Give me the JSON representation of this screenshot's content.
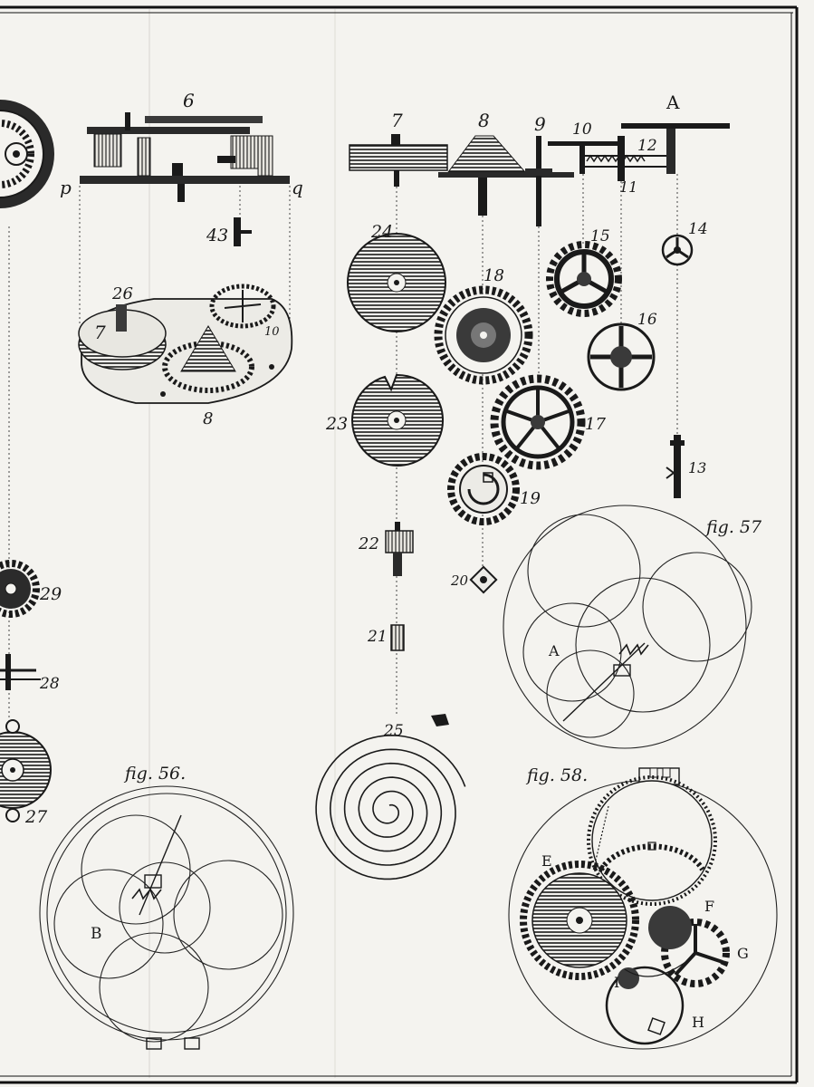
{
  "figure_captions": {
    "fig56": "fig. 56.",
    "fig57": "fig. 57",
    "fig58": "fig. 58."
  },
  "part_numbers": {
    "n6": "6",
    "n7_top": "7",
    "n8_top": "8",
    "n9": "9",
    "n10_top": "10",
    "n11": "11",
    "n12": "12",
    "n13": "13",
    "n14": "14",
    "n15": "15",
    "n16": "16",
    "n17": "17",
    "n18": "18",
    "n19": "19",
    "n20": "20",
    "n21": "21",
    "n22": "22",
    "n23": "23",
    "n24": "24",
    "n25": "25",
    "n26": "26",
    "n27": "27",
    "n28": "28",
    "n29": "29",
    "n43": "43",
    "n7_plate": "7",
    "n8_plate": "8",
    "n10_plate": "10"
  },
  "letters": {
    "p": "p",
    "q": "q",
    "A_top": "A",
    "A_fig57": "A",
    "B": "B",
    "E": "E",
    "F": "F",
    "G": "G",
    "H": "H",
    "I": "I"
  },
  "colors": {
    "paper": "#f4f3ef",
    "ink": "#1a1a1a",
    "frame": "#111111"
  }
}
